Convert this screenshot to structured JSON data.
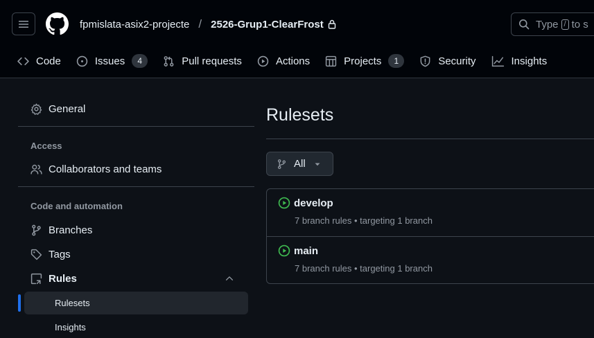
{
  "header": {
    "owner": "fpmislata-asix2-projecte",
    "separator": "/",
    "repo": "2526-Grup1-ClearFrost",
    "search_prefix": "Type",
    "search_key": "/",
    "search_suffix": "to s"
  },
  "tabs": [
    {
      "label": "Code",
      "icon": "code-icon"
    },
    {
      "label": "Issues",
      "icon": "issue-icon",
      "count": "4"
    },
    {
      "label": "Pull requests",
      "icon": "pull-request-icon"
    },
    {
      "label": "Actions",
      "icon": "play-icon"
    },
    {
      "label": "Projects",
      "icon": "table-icon",
      "count": "1"
    },
    {
      "label": "Security",
      "icon": "shield-icon"
    },
    {
      "label": "Insights",
      "icon": "graph-icon"
    }
  ],
  "sidebar": {
    "general": "General",
    "access_heading": "Access",
    "collaborators": "Collaborators and teams",
    "code_heading": "Code and automation",
    "branches": "Branches",
    "tags": "Tags",
    "rules": "Rules",
    "rulesets": "Rulesets",
    "insights": "Insights"
  },
  "main": {
    "title": "Rulesets",
    "filter_label": "All",
    "rulesets": [
      {
        "name": "develop",
        "meta": "7 branch rules • targeting 1 branch"
      },
      {
        "name": "main",
        "meta": "7 branch rules • targeting 1 branch"
      }
    ]
  },
  "colors": {
    "accent": "#1f6feb",
    "active_green": "#3fb950",
    "bg": "#0d1117",
    "header_bg": "#010409"
  }
}
